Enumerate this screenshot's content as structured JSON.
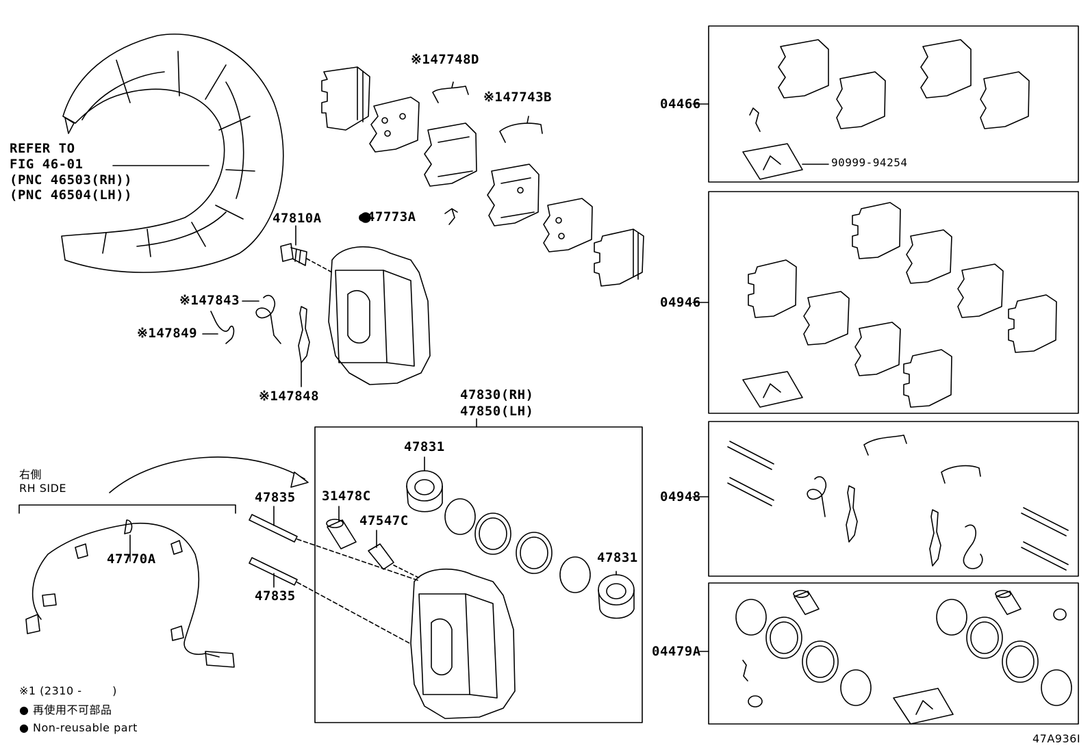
{
  "diagram": {
    "refer_note": [
      "REFER TO",
      "FIG 46-01",
      "(PNC 46503(RH))",
      "(PNC 46504(LH))"
    ],
    "labels": {
      "p47748D": "※147748D",
      "p47743B": "※147743B",
      "p47810A": "47810A",
      "p47773A": "●47773A",
      "p47843": "※147843",
      "p47849": "※147849",
      "p47848": "※147848",
      "p47830": "47830(RH)",
      "p47850": "47850(LH)",
      "p47831a": "47831",
      "p47831b": "47831",
      "p31478C": "31478C",
      "p47547C": "47547C",
      "p47835a": "47835",
      "p47835b": "47835",
      "p47770A": "47770A",
      "kit04466": "04466",
      "kit04946": "04946",
      "kit04948": "04948",
      "kit04479A": "04479A",
      "p90999": "90999-94254"
    },
    "rh_side_jp": "右側",
    "rh_side_en": "RH SIDE",
    "legend": {
      "note1": "※1 (2310 -        )",
      "jp": "● 再使用不可部品",
      "en": "● Non-reusable part"
    },
    "figure_id": "47A936I"
  }
}
